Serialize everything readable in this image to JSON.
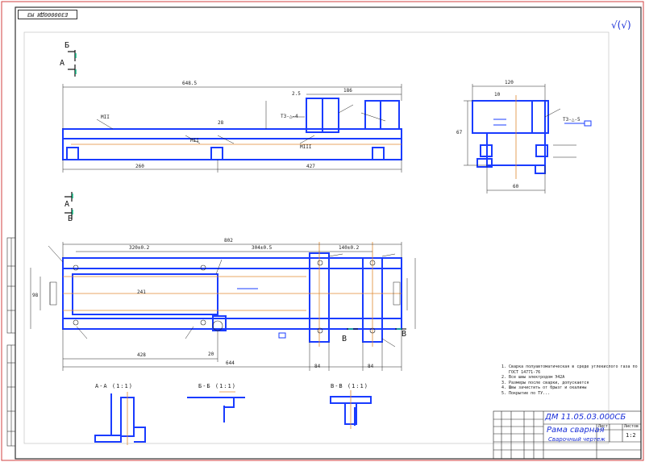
{
  "stamp": "Е300000ДИ МЗ",
  "roughness_symbol": "√(√)",
  "title_block": {
    "code": "ДМ 11.05.03.000СБ",
    "title": "Рама сварная",
    "subtitle": "Сварочный чертеж",
    "sheet_label": "Лист",
    "sheets_label": "Листов",
    "scale": "1:2"
  },
  "section_labels": {
    "b_top": "Б",
    "a_top": "А",
    "a_bottom": "А",
    "b_bottom": "Б",
    "v_left": "В",
    "v_right": "В"
  },
  "section_titles": {
    "aa": "А-А (1:1)",
    "bb": "Б-Б (1:1)",
    "vv": "В-В (1:1)"
  },
  "dimensions": {
    "top_overall": "648.5",
    "top_right": "186",
    "top_h1": "2.5",
    "top_left_len": "260",
    "top_right_len": "427",
    "top_small1": "28",
    "side_w": "120",
    "side_h": "67",
    "side_bottom": "60",
    "side_small": "10",
    "plan_overall": "802",
    "plan_a": "320±0.2",
    "plan_b": "304±0.5",
    "plan_c": "140±0.2",
    "plan_mid": "241",
    "plan_h": "98",
    "plan_bottom1": "428",
    "plan_bottom2": "644",
    "plan_bottom3": "84",
    "plan_bottom4": "84",
    "plan_d1": "20",
    "weld1": "MII",
    "weld2": "МII",
    "weld3": "MIII",
    "weld4": "T3-△-4",
    "weld5": "T3-△-5"
  },
  "notes": "1. Сварка полуавтоматическая в среде углекислого газа по\n   ГОСТ 14771-76\n2. Все швы электродом Э42А\n3. Размеры после сварки, допускается\n4. Швы зачистить от брызг и окалины\n5. Покрытие по ТУ..."
}
